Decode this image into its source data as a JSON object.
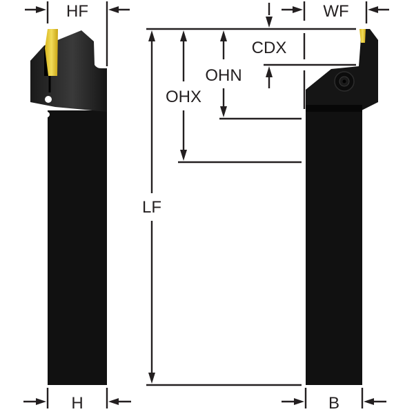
{
  "diagram": {
    "subject": "Grooving / parting tool holder with insert",
    "views": [
      "side-view",
      "front-view"
    ],
    "colors": {
      "body": "#111111",
      "insert": "#e8c82a",
      "dimension_lines": "#231f20",
      "background": "#ffffff"
    },
    "dimensions": {
      "hf": "HF",
      "wf": "WF",
      "cdx": "CDX",
      "ohn": "OHN",
      "ohx": "OHX",
      "lf": "LF",
      "h": "H",
      "b": "B"
    }
  }
}
